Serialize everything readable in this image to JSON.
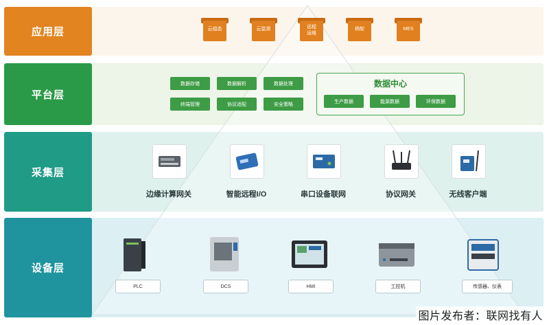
{
  "layers": {
    "app": {
      "label": "应用层",
      "items": [
        "云组态",
        "云监测",
        "远程\n运维",
        "柄软",
        "MES"
      ]
    },
    "platform": {
      "label": "平台层",
      "buttons_row1": [
        "数据存储",
        "数据解析",
        "数据处理"
      ],
      "buttons_row2": [
        "终端管理",
        "协议适配",
        "安全策略"
      ],
      "data_center": {
        "title": "数据中心",
        "buttons": [
          "生产数据",
          "能源数据",
          "环保数据"
        ]
      }
    },
    "collection": {
      "label": "采集层",
      "items": [
        "边缘计算网关",
        "智能远程I/O",
        "串口设备联网",
        "协议网关",
        "无线客户端"
      ]
    },
    "device": {
      "label": "设备层",
      "items": [
        "PLC",
        "DCS",
        "HMI",
        "工控机",
        "传感器、仪表"
      ]
    }
  },
  "watermark": "图片发布者：联网找有人",
  "colors": {
    "app": "#e28420",
    "platform": "#2b9a48",
    "collection": "#1f9b86",
    "device": "#20949e"
  }
}
